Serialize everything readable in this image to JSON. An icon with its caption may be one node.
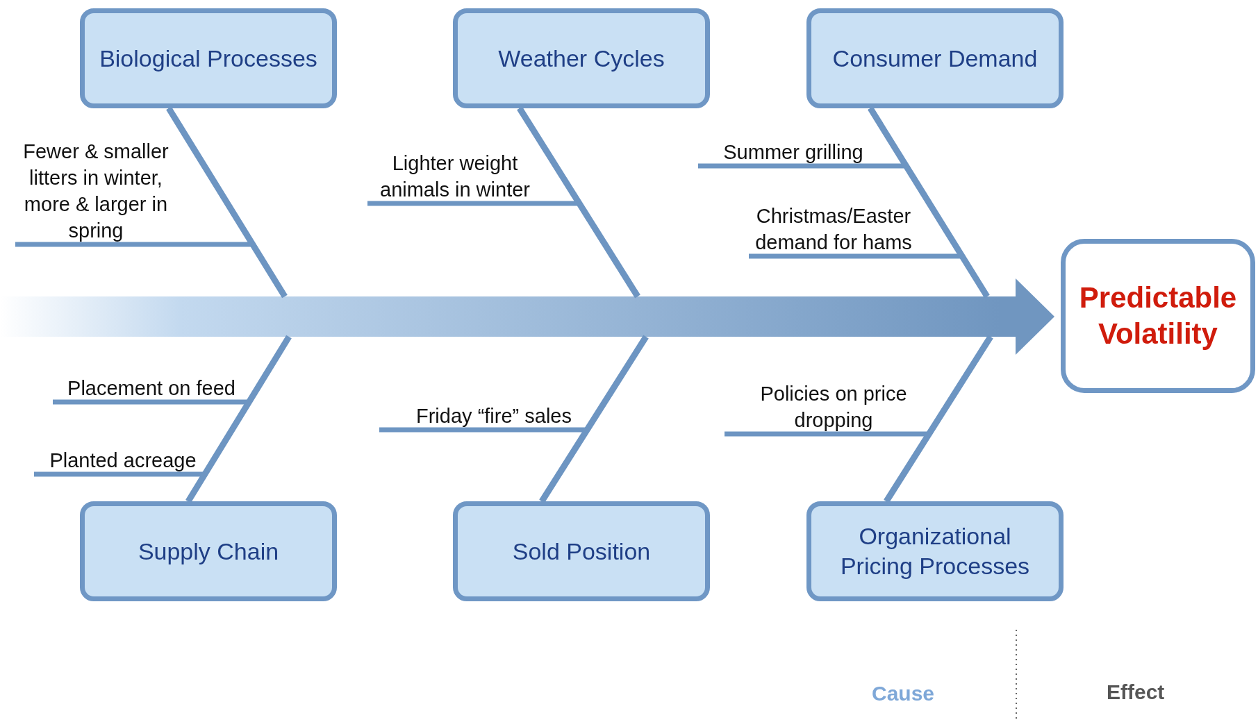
{
  "diagram": {
    "nodes": [
      {
        "text": [
          "Biological Processes"
        ]
      },
      {
        "text": [
          "Weather Cycles"
        ]
      },
      {
        "text": [
          "Consumer Demand"
        ]
      },
      {
        "text": [
          "Predictable Volatility"
        ]
      },
      {
        "text": [
          "Supply Chain"
        ]
      },
      {
        "text": [
          "Sold Position"
        ]
      },
      {
        "text": [
          "Organizational Pricing Processes"
        ]
      },
      {
        "text": [
          "Fewer & smaller litters in winter, more & larger in spring"
        ]
      },
      {
        "text": [
          "Lighter weight animals in winter"
        ]
      },
      {
        "text": [
          "Summer grilling"
        ]
      },
      {
        "text": [
          "Christmas/Easter demand for hams"
        ]
      },
      {
        "text": [
          "Placement on feed"
        ]
      },
      {
        "text": [
          "Planted acreage"
        ]
      },
      {
        "text": [
          "Friday “fire” sales"
        ]
      },
      {
        "text": [
          "Policies on price dropping"
        ]
      },
      {
        "text": [],
        "shape": "bar"
      }
    ],
    "edges": [
      {
        "from": 0,
        "to": 15,
        "arrow": "none"
      },
      {
        "from": 1,
        "to": 15,
        "arrow": "none"
      },
      {
        "from": 2,
        "to": 15,
        "arrow": "none"
      },
      {
        "from": 4,
        "to": 15,
        "arrow": "none"
      },
      {
        "from": 5,
        "to": 15,
        "arrow": "none"
      },
      {
        "from": 6,
        "to": 15,
        "arrow": "none"
      },
      {
        "from": 15,
        "to": 3,
        "arrow": "to",
        "style": "thick"
      },
      {
        "from": 7,
        "to": 0,
        "arrow": "none"
      },
      {
        "from": 8,
        "to": 1,
        "arrow": "none"
      },
      {
        "from": 9,
        "to": 2,
        "arrow": "none"
      },
      {
        "from": 10,
        "to": 2,
        "arrow": "none"
      },
      {
        "from": 11,
        "to": 4,
        "arrow": "none"
      },
      {
        "from": 12,
        "to": 4,
        "arrow": "none"
      },
      {
        "from": 13,
        "to": 5,
        "arrow": "none"
      },
      {
        "from": 14,
        "to": 6,
        "arrow": "none"
      }
    ],
    "labels": [
      "Cause",
      "Effect"
    ]
  }
}
